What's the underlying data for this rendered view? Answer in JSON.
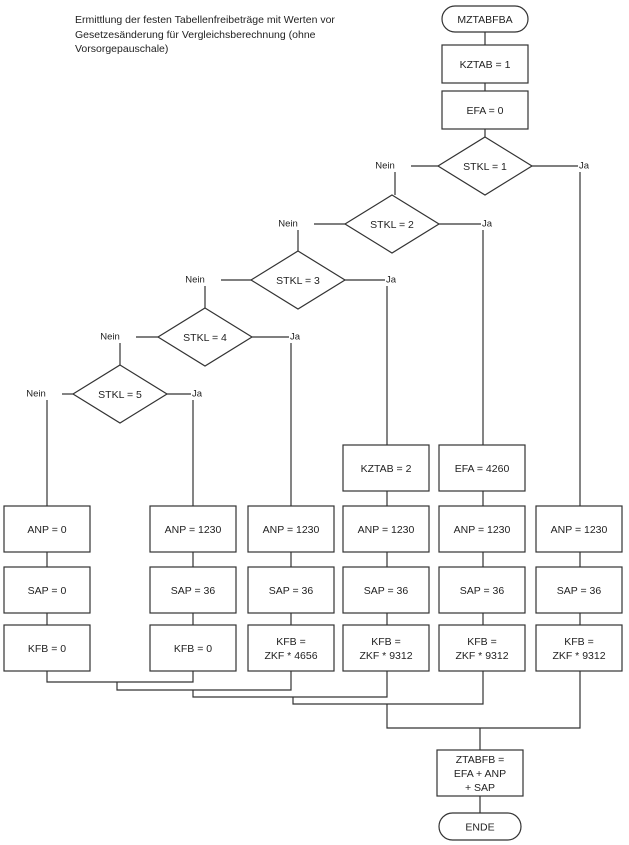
{
  "title": "Ermittlung der festen Tabellenfreibeträge mit Werten vor Gesetzesänderung für Vergleichsberechnung (ohne Vorsorgepauschale)",
  "start": "MZTABFBA",
  "end": "ENDE",
  "init": [
    "KZTAB = 1",
    "EFA = 0"
  ],
  "branch_labels": {
    "yes": "Ja",
    "no": "Nein"
  },
  "decisions": [
    "STKL = 1",
    "STKL = 2",
    "STKL = 3",
    "STKL = 4",
    "STKL = 5"
  ],
  "extra": {
    "kztab2": "KZTAB = 2",
    "efa4260": "EFA = 4260"
  },
  "columns": [
    {
      "anp": "ANP = 0",
      "sap": "SAP = 0",
      "kfb": [
        "KFB = 0"
      ]
    },
    {
      "anp": "ANP = 1230",
      "sap": "SAP = 36",
      "kfb": [
        "KFB = 0"
      ]
    },
    {
      "anp": "ANP = 1230",
      "sap": "SAP = 36",
      "kfb": [
        "KFB =",
        "ZKF * 4656"
      ]
    },
    {
      "anp": "ANP = 1230",
      "sap": "SAP = 36",
      "kfb": [
        "KFB =",
        "ZKF * 9312"
      ]
    },
    {
      "anp": "ANP = 1230",
      "sap": "SAP = 36",
      "kfb": [
        "KFB =",
        "ZKF * 9312"
      ]
    },
    {
      "anp": "ANP = 1230",
      "sap": "SAP = 36",
      "kfb": [
        "KFB =",
        "ZKF * 9312"
      ]
    }
  ],
  "final": [
    "ZTABFB =",
    "EFA + ANP",
    "+ SAP"
  ]
}
